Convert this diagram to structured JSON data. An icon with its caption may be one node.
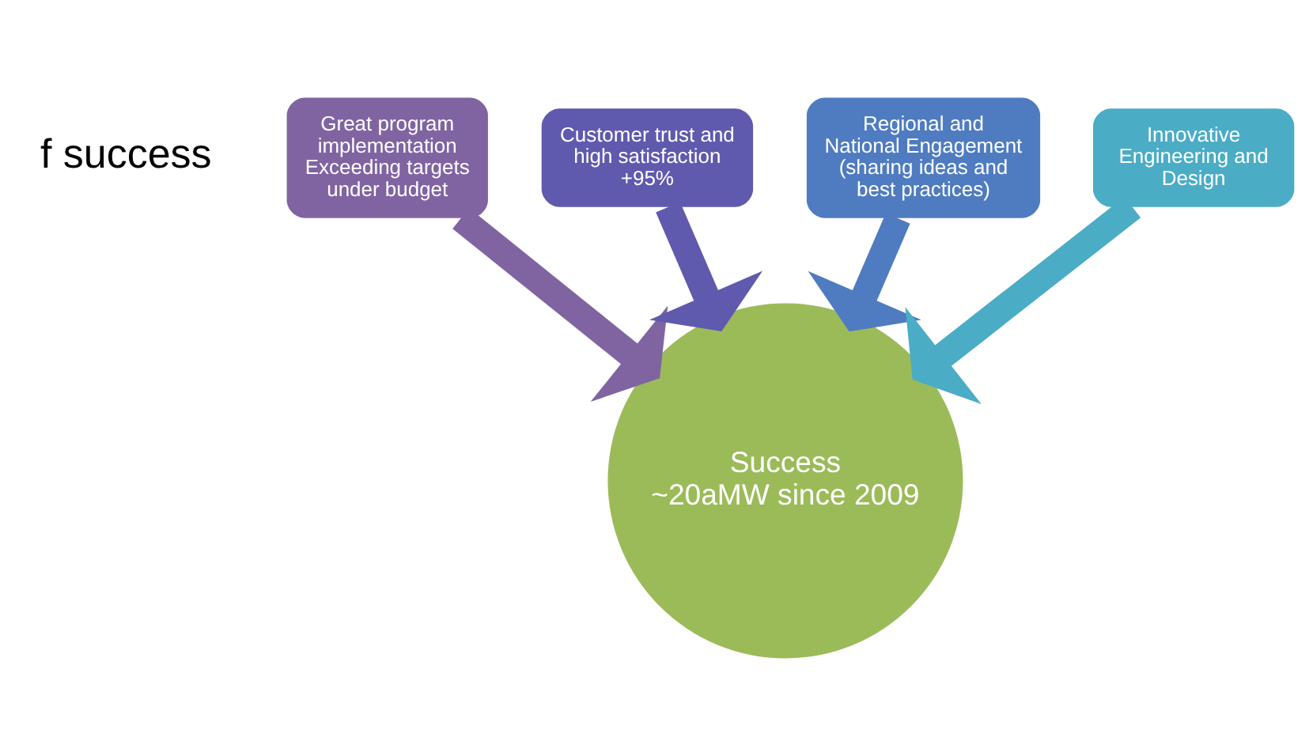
{
  "diagram": {
    "nodes": [
      {
        "text": [
          "Success",
          "~20aMW since 2009"
        ]
      },
      {
        "text": [
          "Great program implementation",
          "Exceeding targets under budget"
        ]
      },
      {
        "text": [
          "Customer trust and high satisfaction",
          "+95%"
        ]
      },
      {
        "text": [
          "Regional and National Engagement",
          "(sharing ideas and best practices)"
        ]
      },
      {
        "text": [
          "Innovative Engineering and Design"
        ]
      }
    ],
    "edges": [
      {
        "from": 1,
        "to": 0,
        "arrow": "to",
        "color": "#8064a2"
      },
      {
        "from": 2,
        "to": 0,
        "arrow": "to",
        "color": "#5f5aad"
      },
      {
        "from": 3,
        "to": 0,
        "arrow": "to",
        "color": "#4f7cc0"
      },
      {
        "from": 4,
        "to": 0,
        "arrow": "to",
        "color": "#4bacc6"
      }
    ],
    "labels": [
      "f success"
    ]
  }
}
